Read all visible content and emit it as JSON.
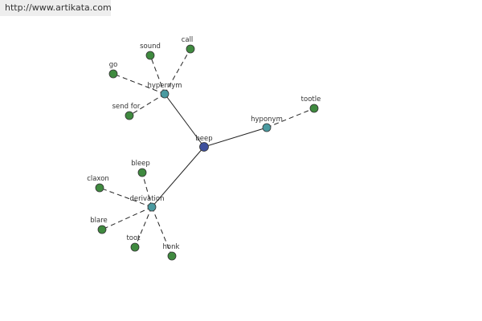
{
  "watermark": "http://www.artikata.com",
  "colors": {
    "center": "#3d4f9c",
    "relation": "#4a9aa0",
    "word": "#3f8a3f"
  },
  "graph": {
    "nodes": [
      {
        "id": "beep",
        "label": "beep",
        "kind": "center"
      },
      {
        "id": "hypernym",
        "label": "hypernym",
        "kind": "relation"
      },
      {
        "id": "hyponym",
        "label": "hyponym",
        "kind": "relation"
      },
      {
        "id": "derivation",
        "label": "derivation",
        "kind": "relation"
      },
      {
        "id": "go",
        "label": "go",
        "kind": "word"
      },
      {
        "id": "sound",
        "label": "sound",
        "kind": "word"
      },
      {
        "id": "call",
        "label": "call",
        "kind": "word"
      },
      {
        "id": "send-for",
        "label": "send for",
        "kind": "word"
      },
      {
        "id": "tootle",
        "label": "tootle",
        "kind": "word"
      },
      {
        "id": "bleep",
        "label": "bleep",
        "kind": "word"
      },
      {
        "id": "claxon",
        "label": "claxon",
        "kind": "word"
      },
      {
        "id": "blare",
        "label": "blare",
        "kind": "word"
      },
      {
        "id": "toot",
        "label": "toot",
        "kind": "word"
      },
      {
        "id": "honk",
        "label": "honk",
        "kind": "word"
      }
    ],
    "edges": [
      {
        "from": "beep",
        "to": "hypernym",
        "style": "solid"
      },
      {
        "from": "beep",
        "to": "hyponym",
        "style": "solid"
      },
      {
        "from": "beep",
        "to": "derivation",
        "style": "solid"
      },
      {
        "from": "hypernym",
        "to": "go",
        "style": "dashed"
      },
      {
        "from": "hypernym",
        "to": "sound",
        "style": "dashed"
      },
      {
        "from": "hypernym",
        "to": "call",
        "style": "dashed"
      },
      {
        "from": "hypernym",
        "to": "send-for",
        "style": "dashed"
      },
      {
        "from": "hyponym",
        "to": "tootle",
        "style": "dashed"
      },
      {
        "from": "derivation",
        "to": "bleep",
        "style": "dashed"
      },
      {
        "from": "derivation",
        "to": "claxon",
        "style": "dashed"
      },
      {
        "from": "derivation",
        "to": "blare",
        "style": "dashed"
      },
      {
        "from": "derivation",
        "to": "toot",
        "style": "dashed"
      },
      {
        "from": "derivation",
        "to": "honk",
        "style": "dashed"
      }
    ]
  }
}
